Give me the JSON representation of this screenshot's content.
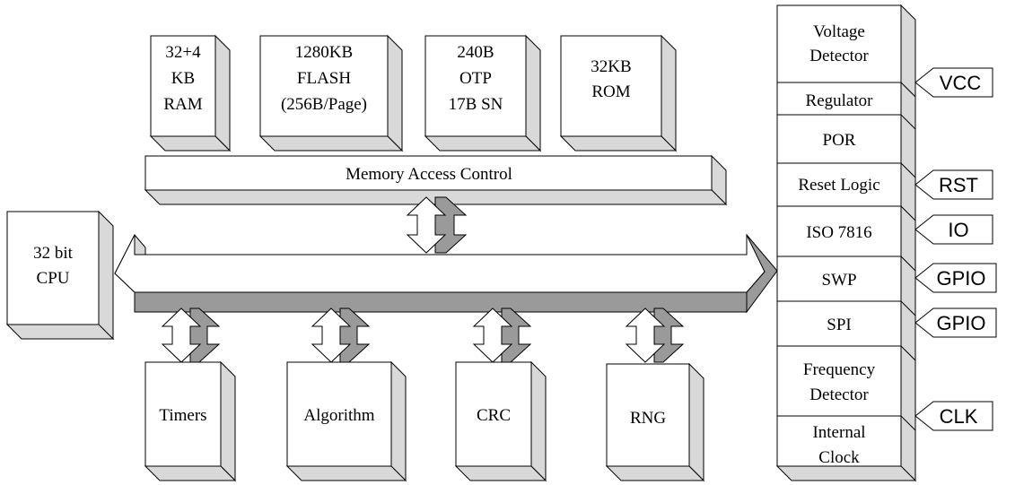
{
  "colors": {
    "face": "#ffffff",
    "side": "#d9d9d9",
    "dark": "#9a9a9a",
    "stroke": "#000000"
  },
  "memory": {
    "ram": [
      "32+4",
      "KB",
      "RAM"
    ],
    "flash": [
      "1280KB",
      "FLASH",
      "(256B/Page)"
    ],
    "otp": [
      "240B",
      "OTP",
      "17B SN"
    ],
    "rom": [
      "32KB",
      "ROM"
    ],
    "access_control": "Memory Access Control"
  },
  "cpu": [
    "32 bit",
    "CPU"
  ],
  "peripherals": {
    "timers": "Timers",
    "algorithm": "Algorithm",
    "crc": "CRC",
    "rng": "RNG"
  },
  "interface_column": {
    "voltage_detector": [
      "Voltage",
      "Detector"
    ],
    "regulator": "Regulator",
    "por": "POR",
    "reset_logic": "Reset Logic",
    "iso7816": "ISO 7816",
    "swp": "SWP",
    "spi": "SPI",
    "frequency_detector": [
      "Frequency",
      "Detector"
    ],
    "internal_clock": [
      "Internal",
      "Clock"
    ]
  },
  "pins": {
    "vcc": "VCC",
    "rst": "RST",
    "io": "IO",
    "gpio_swp": "GPIO",
    "gpio_spi": "GPIO",
    "clk": "CLK"
  }
}
